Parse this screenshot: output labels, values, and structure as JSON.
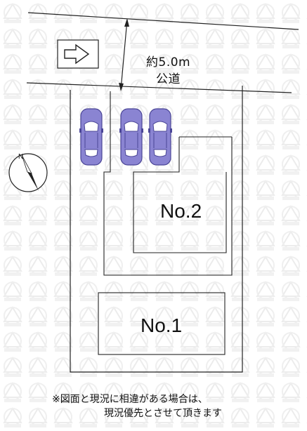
{
  "road": {
    "width_label": "約5.0m",
    "type_label": "公道"
  },
  "lots": [
    {
      "label": "No.2"
    },
    {
      "label": "No.1"
    }
  ],
  "compass": {
    "north_label": "N"
  },
  "note": {
    "line1": "※図面と現況に相違がある場合は、",
    "line2": "現況優先とさせて頂きます"
  },
  "colors": {
    "car": "#8a84d2",
    "car_dark": "#4b4697",
    "line": "#222222",
    "watermark": "#ececec"
  }
}
